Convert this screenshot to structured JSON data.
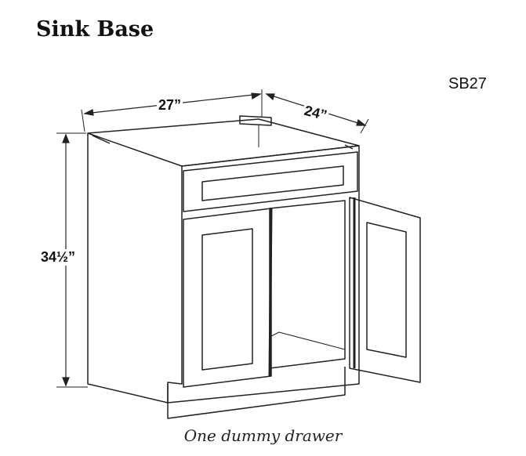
{
  "title": "Sink Base",
  "model_code": "SB27",
  "caption": "One dummy drawer",
  "dimensions": {
    "width": "27”",
    "depth": "24”",
    "height": "34½”"
  }
}
